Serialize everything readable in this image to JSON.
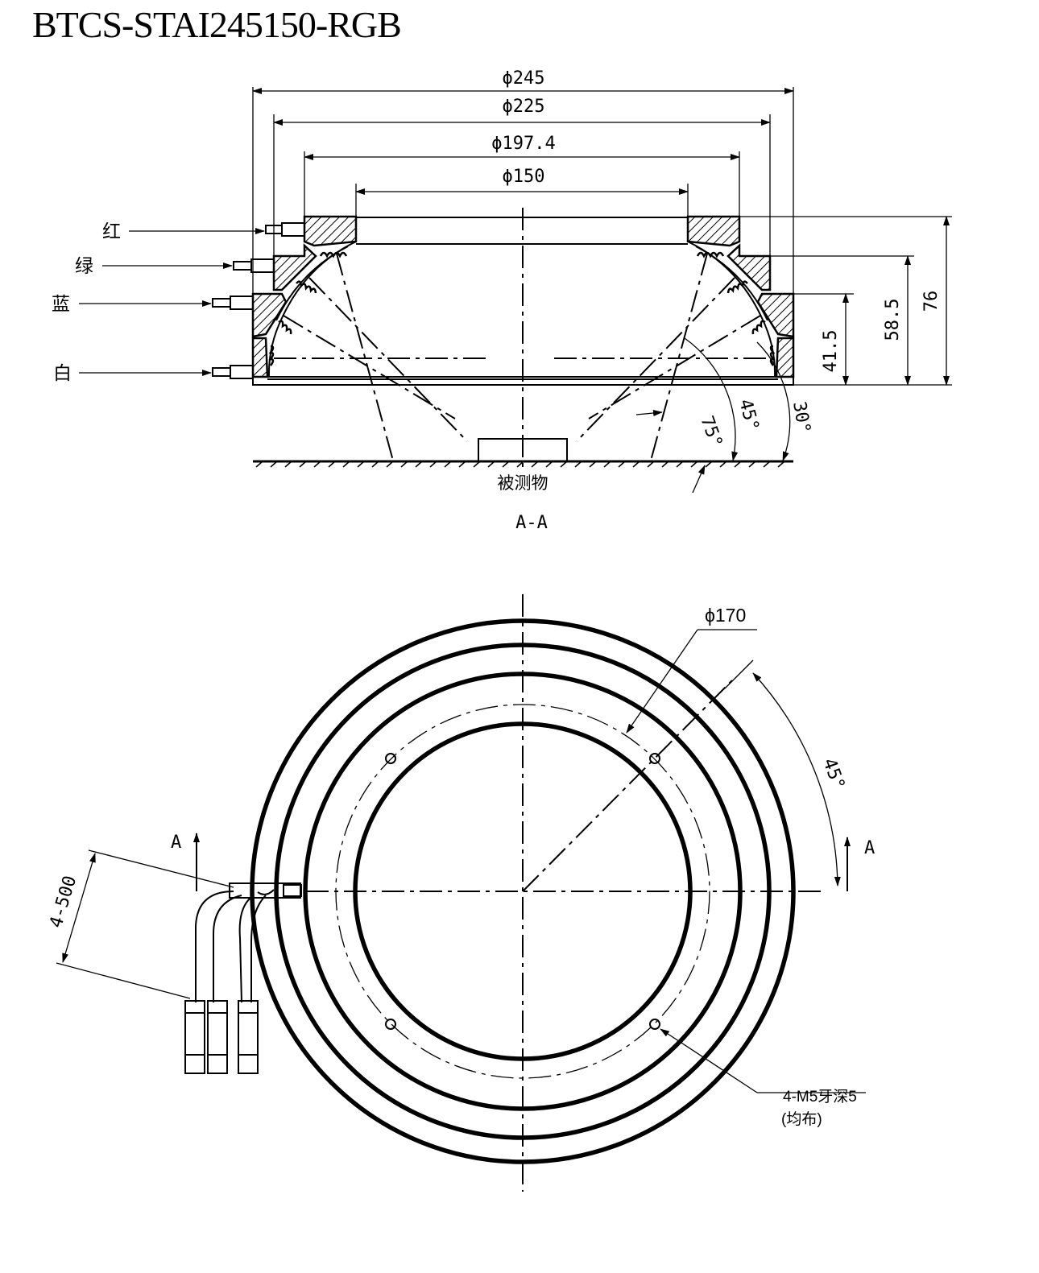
{
  "title": "BTCS-STAI245150-RGB",
  "section_view": {
    "dimensions": {
      "d245": "ϕ245",
      "d225": "ϕ225",
      "d197": "ϕ197.4",
      "d150": "ϕ150",
      "h76": "76",
      "h58": "58.5",
      "h41": "41.5"
    },
    "angles": {
      "a75": "75°",
      "a45": "45°",
      "a30": "30°"
    },
    "wires": {
      "red": "红",
      "green": "绿",
      "blue": "蓝",
      "white": "白"
    },
    "object_label": "被测物",
    "section_label": "A-A"
  },
  "plan_view": {
    "bolt_circle": "ϕ170",
    "angle": "45°",
    "section_mark": "A",
    "cable_length": "4-500",
    "hole_note_line1": "4-M5牙深5",
    "hole_note_line2": "(均布)"
  }
}
